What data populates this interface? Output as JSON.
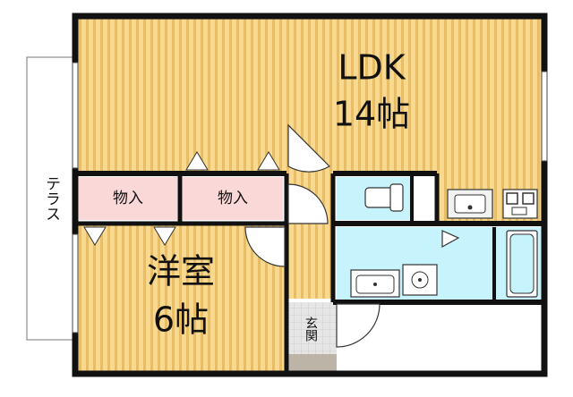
{
  "rooms": {
    "ldk": {
      "name": "LDK",
      "size": "14帖"
    },
    "western_room": {
      "name": "洋室",
      "size": "6帖"
    },
    "storage_left": {
      "name": "物入"
    },
    "storage_right": {
      "name": "物入"
    },
    "terrace": {
      "name": "テラス"
    },
    "entrance": {
      "name": "玄関"
    }
  },
  "colors": {
    "wood_floor": "#f7d991",
    "wood_stripe": "#e2b459",
    "storage": "#fbd8d8",
    "wet_area": "#c7f3fc",
    "entrance_floor": "#e6e6e6",
    "wall": "#111111"
  }
}
